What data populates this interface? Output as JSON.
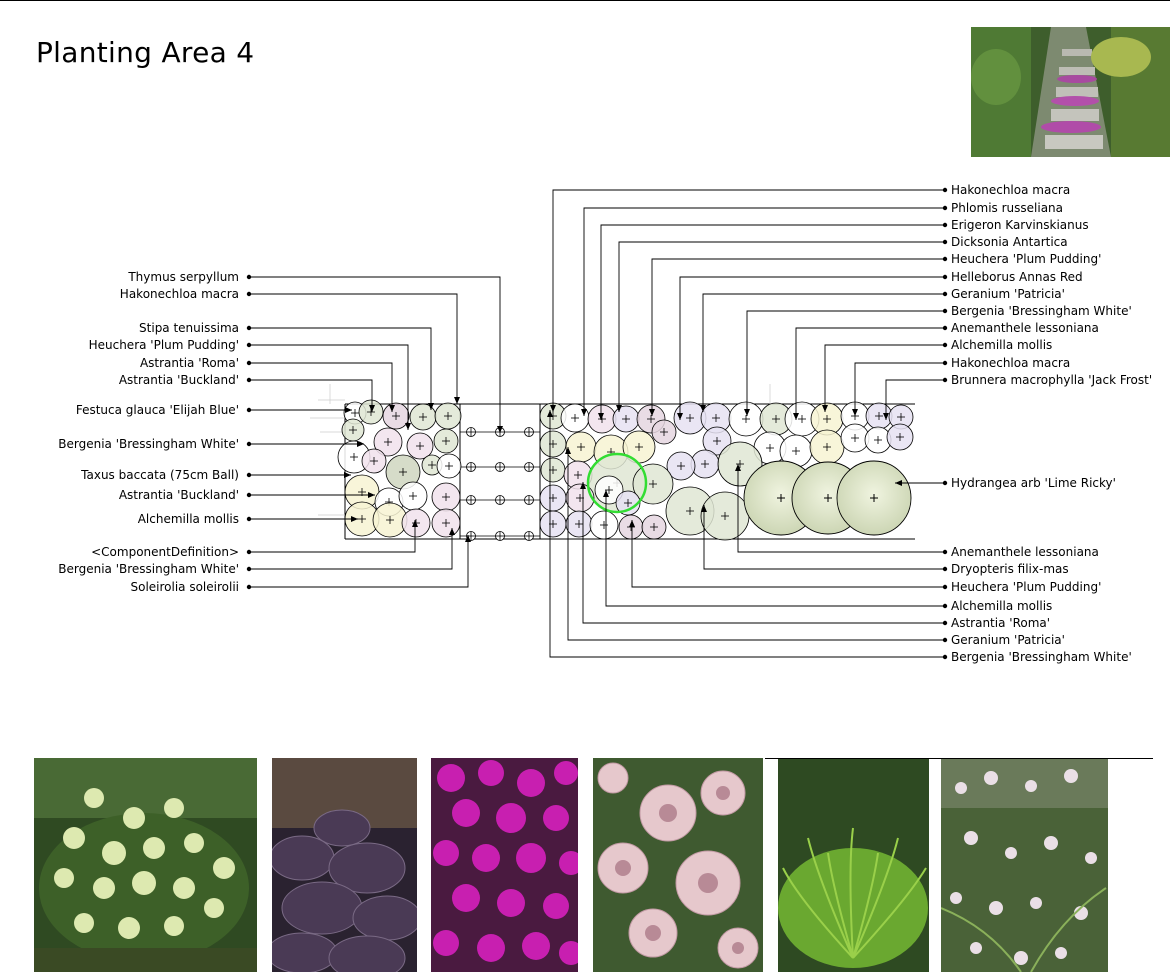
{
  "title": "Planting Area 4",
  "labels_left": [
    {
      "text": "Thymus serpyllum"
    },
    {
      "text": "Hakonechloa macra"
    },
    {
      "text": "Stipa tenuissima"
    },
    {
      "text": "Heuchera 'Plum Pudding'"
    },
    {
      "text": "Astrantia 'Roma'"
    },
    {
      "text": "Astrantia 'Buckland'"
    },
    {
      "text": "Festuca glauca 'Elijah Blue'"
    },
    {
      "text": "Bergenia 'Bressingham White'"
    },
    {
      "text": "Taxus baccata (75cm Ball)"
    },
    {
      "text": "Astrantia 'Buckland'"
    },
    {
      "text": "Alchemilla mollis"
    },
    {
      "text": "<ComponentDefinition>"
    },
    {
      "text": "Bergenia 'Bressingham White'"
    },
    {
      "text": "Soleirolia soleirolii"
    }
  ],
  "labels_right_top": [
    {
      "text": "Hakonechloa macra"
    },
    {
      "text": "Phlomis russeliana"
    },
    {
      "text": "Erigeron Karvinskianus"
    },
    {
      "text": "Dicksonia Antartica"
    },
    {
      "text": "Heuchera 'Plum Pudding'"
    },
    {
      "text": "Helleborus Annas Red"
    },
    {
      "text": "Geranium 'Patricia'"
    },
    {
      "text": "Bergenia 'Bressingham White'"
    },
    {
      "text": "Anemanthele lessoniana"
    },
    {
      "text": "Alchemilla mollis"
    },
    {
      "text": "Hakonechloa macra"
    },
    {
      "text": "Brunnera macrophylla 'Jack Frost'"
    }
  ],
  "label_right_mid": {
    "text": "Hydrangea arb 'Lime Ricky'"
  },
  "labels_right_bottom": [
    {
      "text": "Anemanthele lessoniana"
    },
    {
      "text": "Dryopteris filix-mas"
    },
    {
      "text": "Heuchera 'Plum Pudding'"
    },
    {
      "text": "Alchemilla mollis"
    },
    {
      "text": "Astrantia 'Roma'"
    },
    {
      "text": "Geranium 'Patricia'"
    },
    {
      "text": "Bergenia 'Bressingham White'"
    }
  ],
  "colors": {
    "cream": "#f7f3d2",
    "pink": "#f1e2ec",
    "lavender": "#e6e2f2",
    "sage": "#dfe6d4",
    "olive": "#cfd6c0",
    "mauve": "#e5d6e0",
    "highlight": "#33dd33"
  },
  "photos": [
    {
      "icon": "stepping-stone-path-photo"
    },
    {
      "icon": "hydrangea-lime-ricky-photo"
    },
    {
      "icon": "heuchera-plum-pudding-photo"
    },
    {
      "icon": "geranium-patricia-photo"
    },
    {
      "icon": "astrantia-roma-photo"
    },
    {
      "icon": "hakonechloa-macra-photo"
    },
    {
      "icon": "astrantia-fern-planting-photo"
    }
  ]
}
